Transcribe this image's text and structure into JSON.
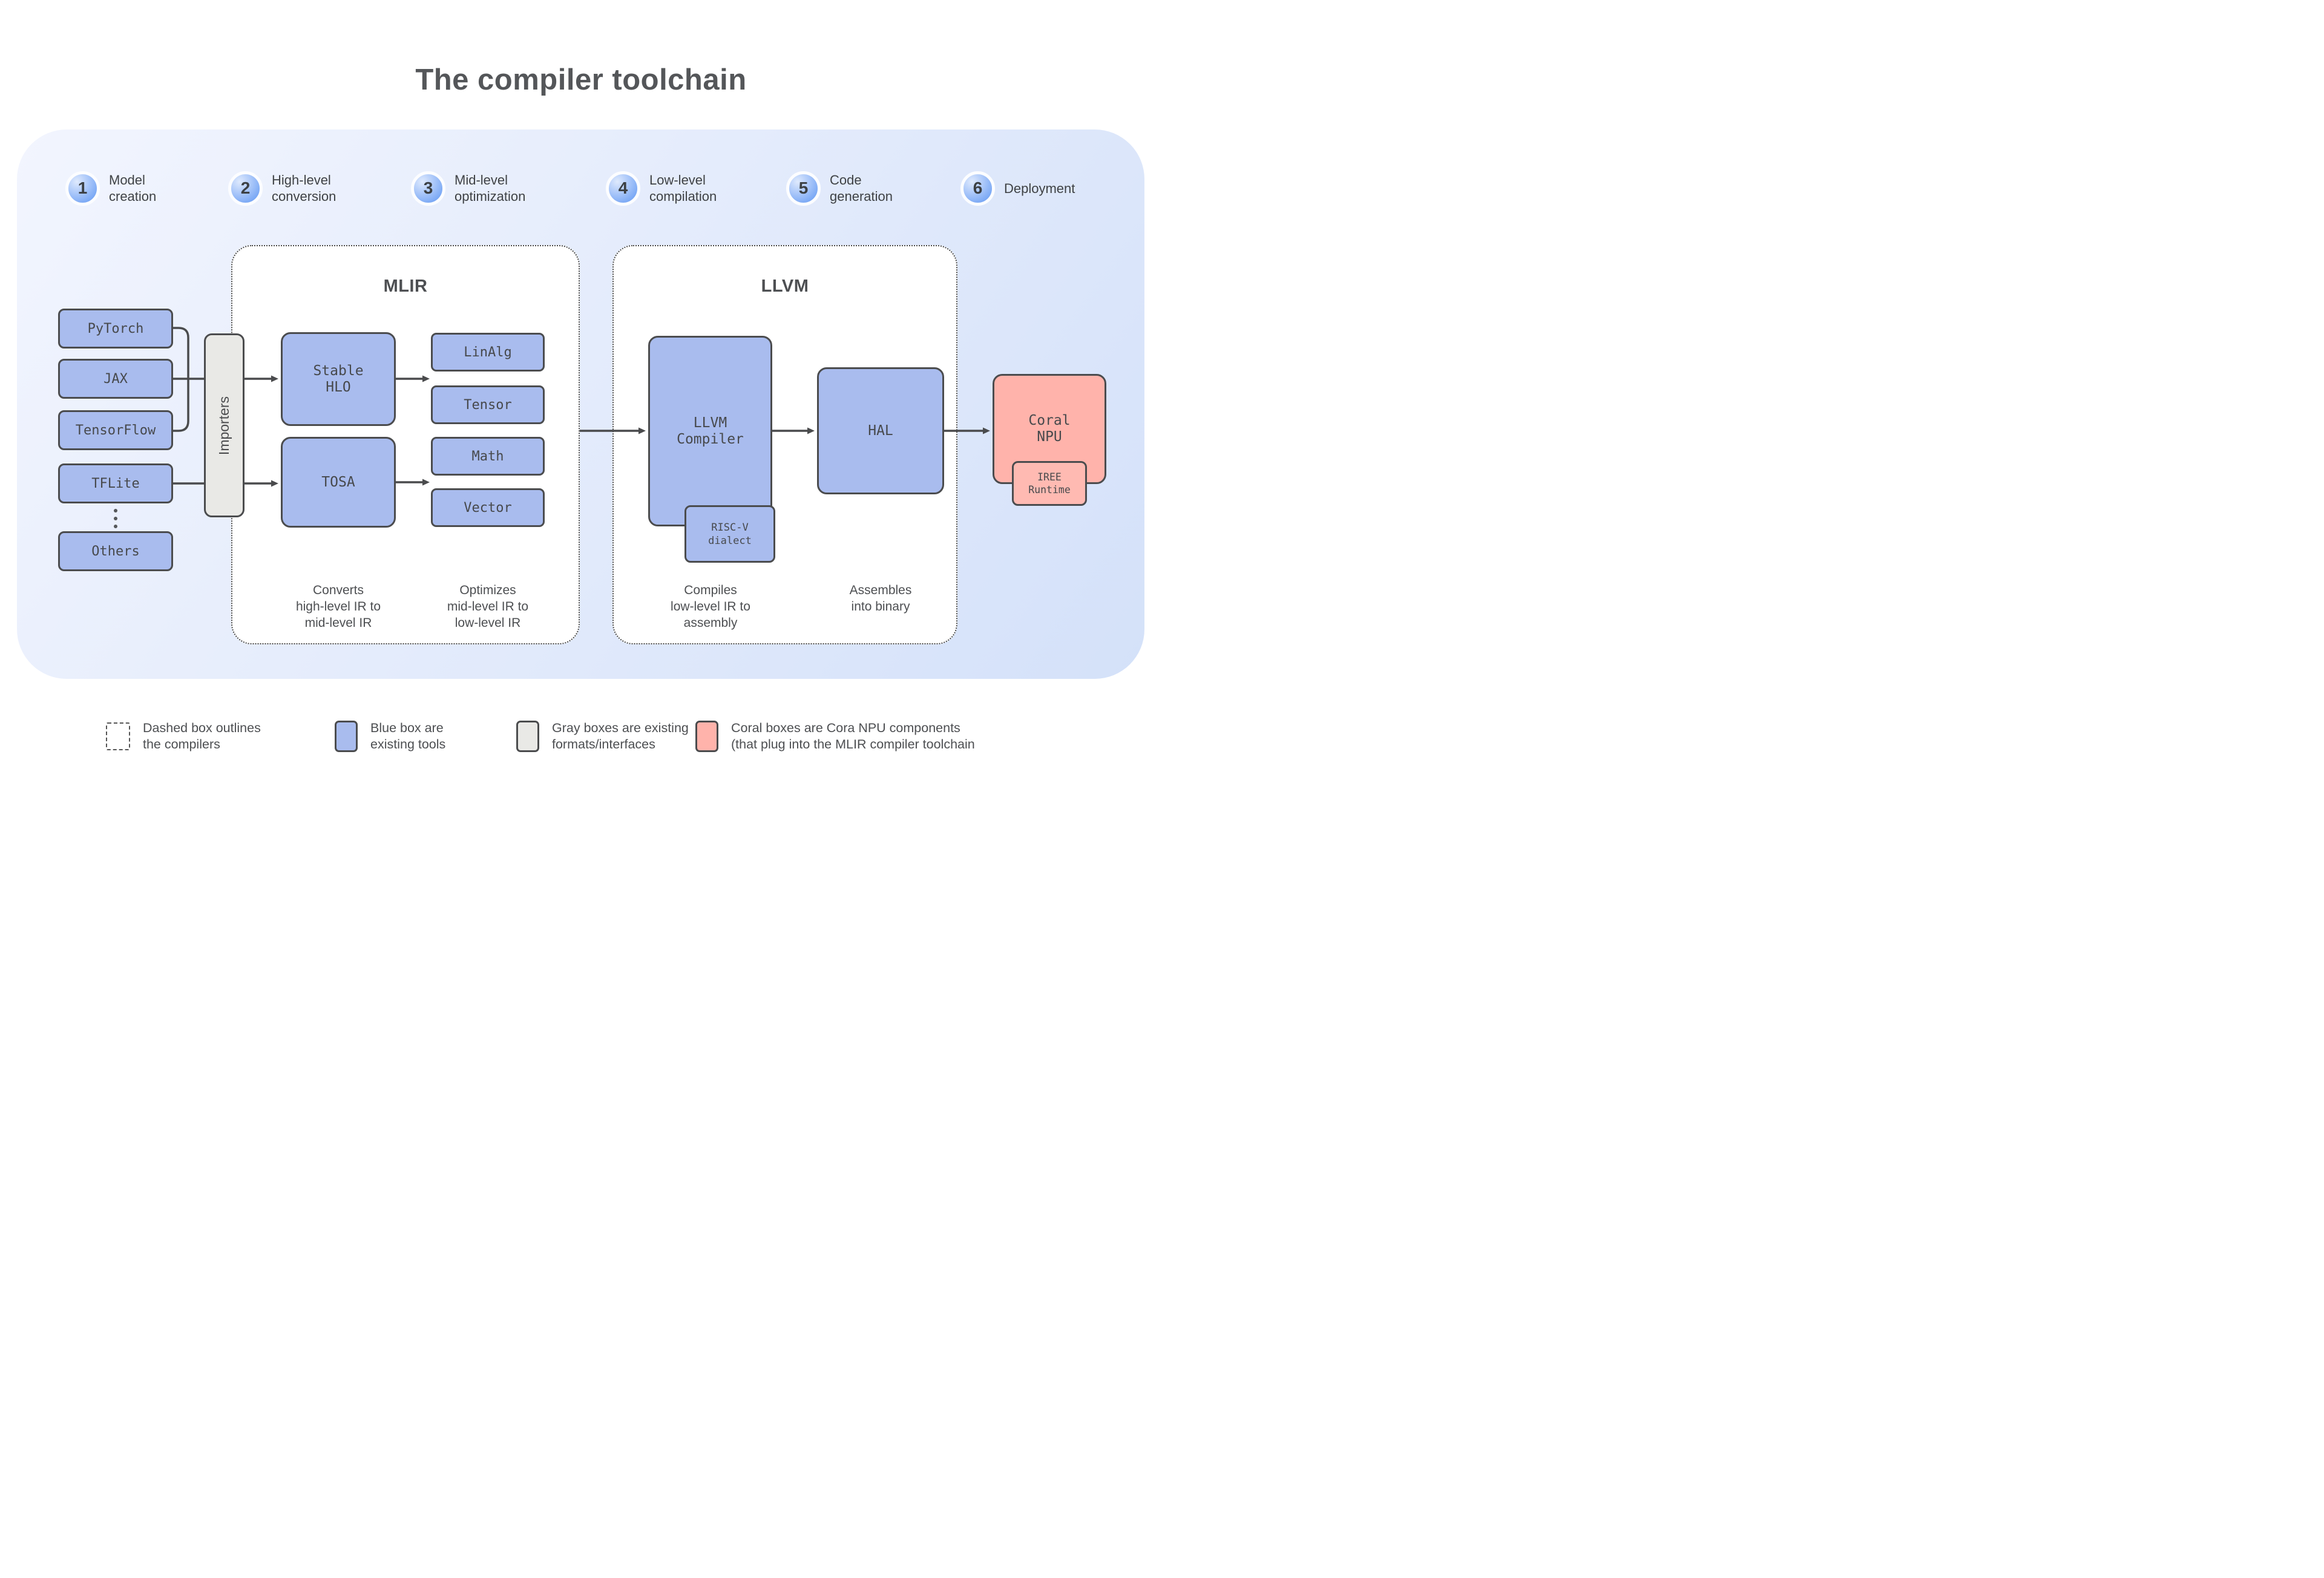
{
  "page_title": "The compiler toolchain",
  "steps": [
    {
      "num": "1",
      "label": "Model\ncreation"
    },
    {
      "num": "2",
      "label": "High-level\nconversion"
    },
    {
      "num": "3",
      "label": "Mid-level\noptimization"
    },
    {
      "num": "4",
      "label": "Low-level\ncompilation"
    },
    {
      "num": "5",
      "label": "Code\ngeneration"
    },
    {
      "num": "6",
      "label": "Deployment"
    }
  ],
  "sources": {
    "items": [
      "PyTorch",
      "JAX",
      "TensorFlow",
      "TFLite",
      "Others"
    ],
    "ellipsis_icon": "vertical-ellipsis"
  },
  "importers": {
    "label": "Importers"
  },
  "mlir": {
    "title": "MLIR",
    "stable_hlo": "Stable\nHLO",
    "tosa": "TOSA",
    "dialects": [
      "LinAlg",
      "Tensor",
      "Math",
      "Vector"
    ],
    "caption_left": "Converts\nhigh-level IR to\nmid-level IR",
    "caption_right": "Optimizes\nmid-level IR to\nlow-level IR"
  },
  "llvm": {
    "title": "LLVM",
    "compiler": "LLVM\nCompiler",
    "riscv_dialect": "RISC-V\ndialect",
    "hal": "HAL",
    "caption_left": "Compiles\nlow-level IR to\nassembly",
    "caption_right": "Assembles\ninto binary"
  },
  "coral": {
    "npu": "Coral\nNPU",
    "iree_runtime": "IREE\nRuntime"
  },
  "legend": [
    {
      "swatch": "dashed",
      "text": "Dashed box outlines\nthe compilers"
    },
    {
      "swatch": "blue",
      "text": "Blue box are\nexisting tools"
    },
    {
      "swatch": "gray",
      "text": "Gray boxes are existing\nformats/interfaces"
    },
    {
      "swatch": "coral",
      "text": "Coral boxes are Cora NPU components\n(that plug into the MLIR compiler toolchain"
    }
  ],
  "colors": {
    "blue_box": "#a9bcee",
    "gray_box": "#e9e9e6",
    "coral_box": "#ffb3ab",
    "box_outline": "#4b4c4e",
    "text": "#47494c",
    "container_light": "#f2f5fe",
    "container_dark": "#d4e1f9",
    "step_circle_blue": "#5e96f2",
    "arrow": "#4a4b4d"
  }
}
